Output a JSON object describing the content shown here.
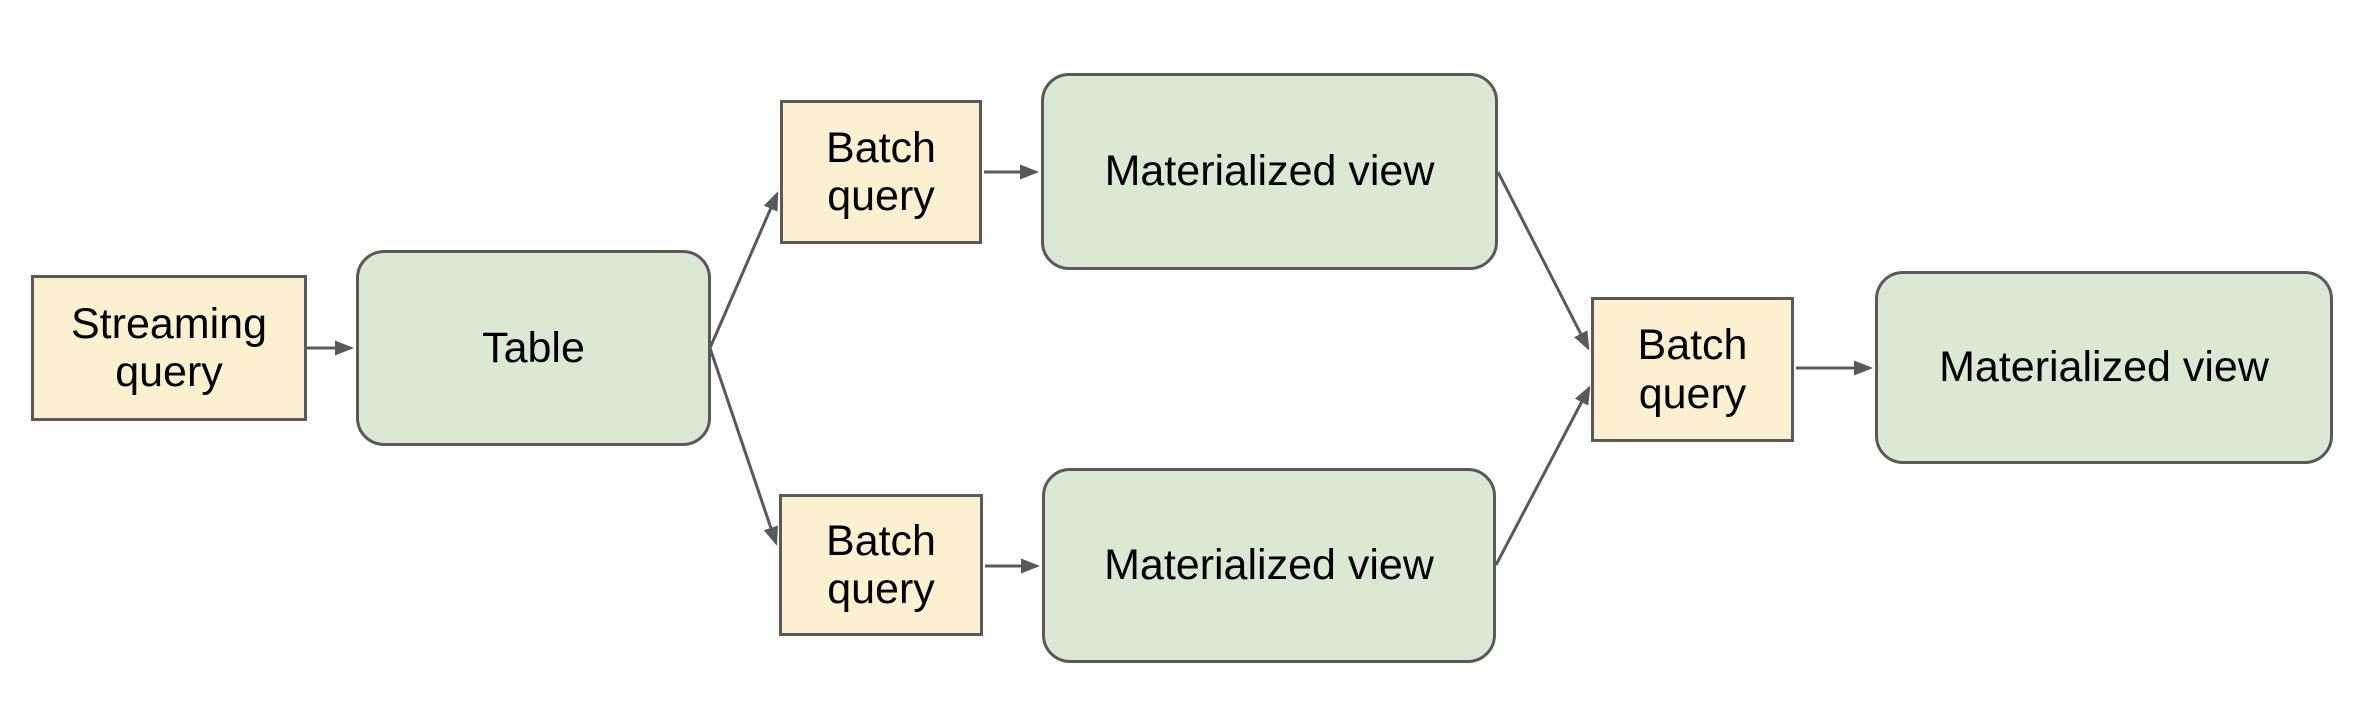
{
  "diagram": {
    "background_color": "#ffffff",
    "colors": {
      "query_node_fill": "#fbf1d1",
      "view_node_fill": "#dbe8d4",
      "node_border": "#595959",
      "connector": "#595959",
      "text": "#000000"
    },
    "nodes": [
      {
        "id": "streaming-query",
        "label": "Streaming query",
        "kind": "query"
      },
      {
        "id": "table",
        "label": "Table",
        "kind": "view"
      },
      {
        "id": "batch-query-top",
        "label": "Batch query",
        "kind": "query"
      },
      {
        "id": "materialized-view-top",
        "label": "Materialized view",
        "kind": "view"
      },
      {
        "id": "batch-query-bottom",
        "label": "Batch query",
        "kind": "query"
      },
      {
        "id": "materialized-view-bottom",
        "label": "Materialized view",
        "kind": "view"
      },
      {
        "id": "batch-query-join",
        "label": "Batch query",
        "kind": "query"
      },
      {
        "id": "materialized-view-final",
        "label": "Materialized view",
        "kind": "view"
      }
    ],
    "edges": [
      {
        "from": "streaming-query",
        "to": "table"
      },
      {
        "from": "table",
        "to": "batch-query-top"
      },
      {
        "from": "table",
        "to": "batch-query-bottom"
      },
      {
        "from": "batch-query-top",
        "to": "materialized-view-top"
      },
      {
        "from": "batch-query-bottom",
        "to": "materialized-view-bottom"
      },
      {
        "from": "materialized-view-top",
        "to": "batch-query-join"
      },
      {
        "from": "materialized-view-bottom",
        "to": "batch-query-join"
      },
      {
        "from": "batch-query-join",
        "to": "materialized-view-final"
      }
    ]
  }
}
